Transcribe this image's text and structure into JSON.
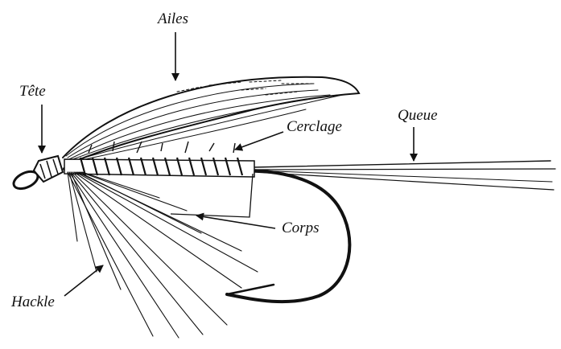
{
  "labels": {
    "ailes": "Ailes",
    "tete": "Tête",
    "cerclage": "Cerclage",
    "queue": "Queue",
    "corps": "Corps",
    "hackle": "Hackle"
  },
  "colors": {
    "ink": "#111111",
    "background": "#ffffff"
  }
}
